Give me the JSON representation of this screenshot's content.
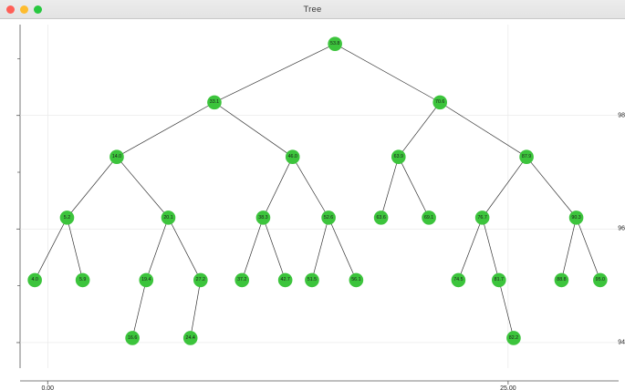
{
  "window": {
    "title": "Tree",
    "traffic_lights": [
      {
        "name": "close-button",
        "color": "#ff5f57"
      },
      {
        "name": "minimize-button",
        "color": "#febc2e"
      },
      {
        "name": "maximize-button",
        "color": "#28c840"
      }
    ]
  },
  "chart_data": {
    "type": "scatter",
    "title": "Tree",
    "xlabel": "",
    "ylabel": "",
    "node_color": "#3cc43c",
    "edge_color": "#333333",
    "grid": true,
    "xlim": [
      -1.5,
      31.0
    ],
    "ylim": [
      93.55,
      99.6
    ],
    "xticks": [
      0.0,
      25.0
    ],
    "xticklabels": [
      "0.00",
      "25.00"
    ],
    "yticks": [
      94,
      96,
      98
    ],
    "yticklabels": [
      "94",
      "96",
      "98"
    ],
    "nodes": [
      {
        "id": "n0",
        "label": "53.8",
        "x": 15.6,
        "y": 99.26,
        "depth": 0
      },
      {
        "id": "n1",
        "label": "33.1",
        "x": 9.05,
        "y": 98.23,
        "depth": 1
      },
      {
        "id": "n2",
        "label": "70.6",
        "x": 21.3,
        "y": 98.23,
        "depth": 1
      },
      {
        "id": "n3",
        "label": "14.0",
        "x": 3.75,
        "y": 97.27,
        "depth": 2
      },
      {
        "id": "n4",
        "label": "46.0",
        "x": 13.3,
        "y": 97.27,
        "depth": 2
      },
      {
        "id": "n5",
        "label": "63.9",
        "x": 19.05,
        "y": 97.27,
        "depth": 2
      },
      {
        "id": "n6",
        "label": "87.9",
        "x": 26.0,
        "y": 97.27,
        "depth": 2
      },
      {
        "id": "n7",
        "label": "5.2",
        "x": 1.05,
        "y": 96.2,
        "depth": 3
      },
      {
        "id": "n8",
        "label": "20.1",
        "x": 6.55,
        "y": 96.2,
        "depth": 3
      },
      {
        "id": "n9",
        "label": "38.3",
        "x": 11.7,
        "y": 96.2,
        "depth": 3
      },
      {
        "id": "n10",
        "label": "52.6",
        "x": 15.25,
        "y": 96.2,
        "depth": 3
      },
      {
        "id": "n11",
        "label": "63.6",
        "x": 18.1,
        "y": 96.2,
        "depth": 3
      },
      {
        "id": "n12",
        "label": "69.1",
        "x": 20.7,
        "y": 96.2,
        "depth": 3
      },
      {
        "id": "n13",
        "label": "76.7",
        "x": 23.6,
        "y": 96.2,
        "depth": 3
      },
      {
        "id": "n14",
        "label": "90.3",
        "x": 28.7,
        "y": 96.2,
        "depth": 3
      },
      {
        "id": "n15",
        "label": "4.0",
        "x": -0.7,
        "y": 95.1,
        "depth": 4
      },
      {
        "id": "n16",
        "label": "5.9",
        "x": 1.9,
        "y": 95.1,
        "depth": 4
      },
      {
        "id": "n17",
        "label": "19.4",
        "x": 5.35,
        "y": 95.1,
        "depth": 4
      },
      {
        "id": "n18",
        "label": "27.2",
        "x": 8.3,
        "y": 95.1,
        "depth": 4
      },
      {
        "id": "n19",
        "label": "37.2",
        "x": 10.55,
        "y": 95.1,
        "depth": 4
      },
      {
        "id": "n20",
        "label": "42.7",
        "x": 12.9,
        "y": 95.1,
        "depth": 4
      },
      {
        "id": "n21",
        "label": "51.5",
        "x": 14.35,
        "y": 95.1,
        "depth": 4
      },
      {
        "id": "n22",
        "label": "56.1",
        "x": 16.75,
        "y": 95.1,
        "depth": 4
      },
      {
        "id": "n23",
        "label": "74.5",
        "x": 22.3,
        "y": 95.1,
        "depth": 4
      },
      {
        "id": "n24",
        "label": "81.7",
        "x": 24.5,
        "y": 95.1,
        "depth": 4
      },
      {
        "id": "n25",
        "label": "88.8",
        "x": 27.9,
        "y": 95.1,
        "depth": 4
      },
      {
        "id": "n26",
        "label": "95.0",
        "x": 30.0,
        "y": 95.1,
        "depth": 4
      },
      {
        "id": "n27",
        "label": "16.6",
        "x": 4.6,
        "y": 94.08,
        "depth": 5
      },
      {
        "id": "n28",
        "label": "24.4",
        "x": 7.75,
        "y": 94.08,
        "depth": 5
      },
      {
        "id": "n29",
        "label": "82.2",
        "x": 25.3,
        "y": 94.08,
        "depth": 5
      }
    ],
    "edges": [
      [
        "n0",
        "n1"
      ],
      [
        "n0",
        "n2"
      ],
      [
        "n1",
        "n3"
      ],
      [
        "n1",
        "n4"
      ],
      [
        "n2",
        "n5"
      ],
      [
        "n2",
        "n6"
      ],
      [
        "n3",
        "n7"
      ],
      [
        "n3",
        "n8"
      ],
      [
        "n4",
        "n9"
      ],
      [
        "n4",
        "n10"
      ],
      [
        "n5",
        "n11"
      ],
      [
        "n5",
        "n12"
      ],
      [
        "n6",
        "n13"
      ],
      [
        "n6",
        "n14"
      ],
      [
        "n7",
        "n15"
      ],
      [
        "n7",
        "n16"
      ],
      [
        "n8",
        "n17"
      ],
      [
        "n8",
        "n18"
      ],
      [
        "n9",
        "n19"
      ],
      [
        "n9",
        "n20"
      ],
      [
        "n10",
        "n21"
      ],
      [
        "n10",
        "n22"
      ],
      [
        "n13",
        "n23"
      ],
      [
        "n13",
        "n24"
      ],
      [
        "n14",
        "n25"
      ],
      [
        "n14",
        "n26"
      ],
      [
        "n17",
        "n27"
      ],
      [
        "n18",
        "n28"
      ],
      [
        "n24",
        "n29"
      ]
    ]
  }
}
